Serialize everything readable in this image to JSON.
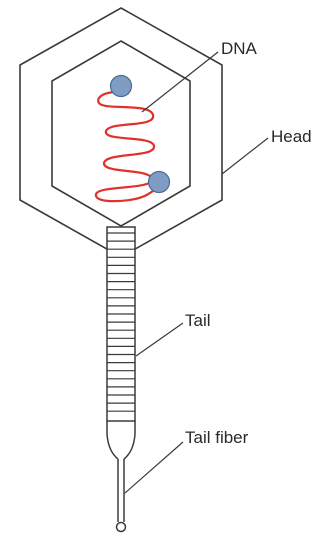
{
  "labels": {
    "dna": "DNA",
    "head": "Head",
    "tail": "Tail",
    "tail_fiber": "Tail fiber"
  },
  "colors": {
    "outline": "#3a3a3a",
    "dna_strand": "#e0322a",
    "dna_blob": "#7f9cc4"
  }
}
